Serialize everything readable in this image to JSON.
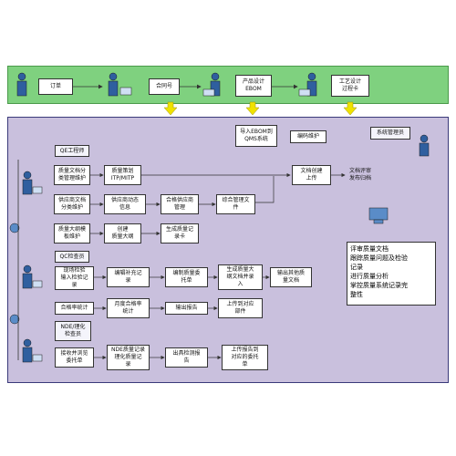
{
  "top_flow": {
    "order": "订单",
    "contract": "合同号",
    "product_design": "产品设计\nEBOM",
    "process_design": "工艺设计\n过程卡"
  },
  "imports": {
    "ebom_to_qms": "导入EBOM到\nQMS系统",
    "coding_maintenance": "编码维护"
  },
  "roles": {
    "qe_engineer": "QE工程师",
    "qc_inspector": "QC检查员",
    "nde_inspector": "NDE/理化\n检查员",
    "system_admin": "系统管理员"
  },
  "qe_row": {
    "quality_docs": "质量文档分\n类管理维护",
    "itp": "质量策划\nITP/MITP",
    "doc_create": "文档创建\n上传",
    "doc_review": "文档评审\n发布归档",
    "supplier_docs": "供应商文档\n分类维护",
    "supplier_dynamic": "供应商动态\n信息",
    "qualified_supplier": "合格供应商\n管理",
    "comprehensive_docs": "综合管理文\n件",
    "quality_template": "质量大纲模\n板维护",
    "create_outline": "创建\n质量大纲",
    "gen_card": "生成质量记\n录卡"
  },
  "qc_row": {
    "site_record": "现场检验\n输入检验记\n录",
    "supplement": "编辑补充记\n录",
    "compile_report": "编制质量委\n托单",
    "gen_report": "生成质量大\n纲文档并录\n入",
    "output_docs": "输出其他质\n量文档",
    "pass_rate": "合格率统计",
    "monthly": "月度合格率\n统计",
    "output_report": "输出报告",
    "upload": "上传到对应\n部件"
  },
  "nde_row": {
    "accept": "接收并浏览\n委托单",
    "nde_records": "NDE质量记录\n理化质量记\n录",
    "issue_report": "出具检测报\n告",
    "upload_report": "上传报告到\n对应的委托\n单"
  },
  "admin_notes": [
    "评审质量文档",
    "跟踪质量问题及检验",
    "记录",
    "进行质量分析",
    "掌控质量系统记录完",
    "整性"
  ],
  "colors": {
    "top_band": "#7fd17f",
    "panel": "#c9c0dd",
    "panel_border": "#3a3a7a",
    "arrow_yellow": "#f0e200",
    "role_tag": "#f4f4fb"
  }
}
